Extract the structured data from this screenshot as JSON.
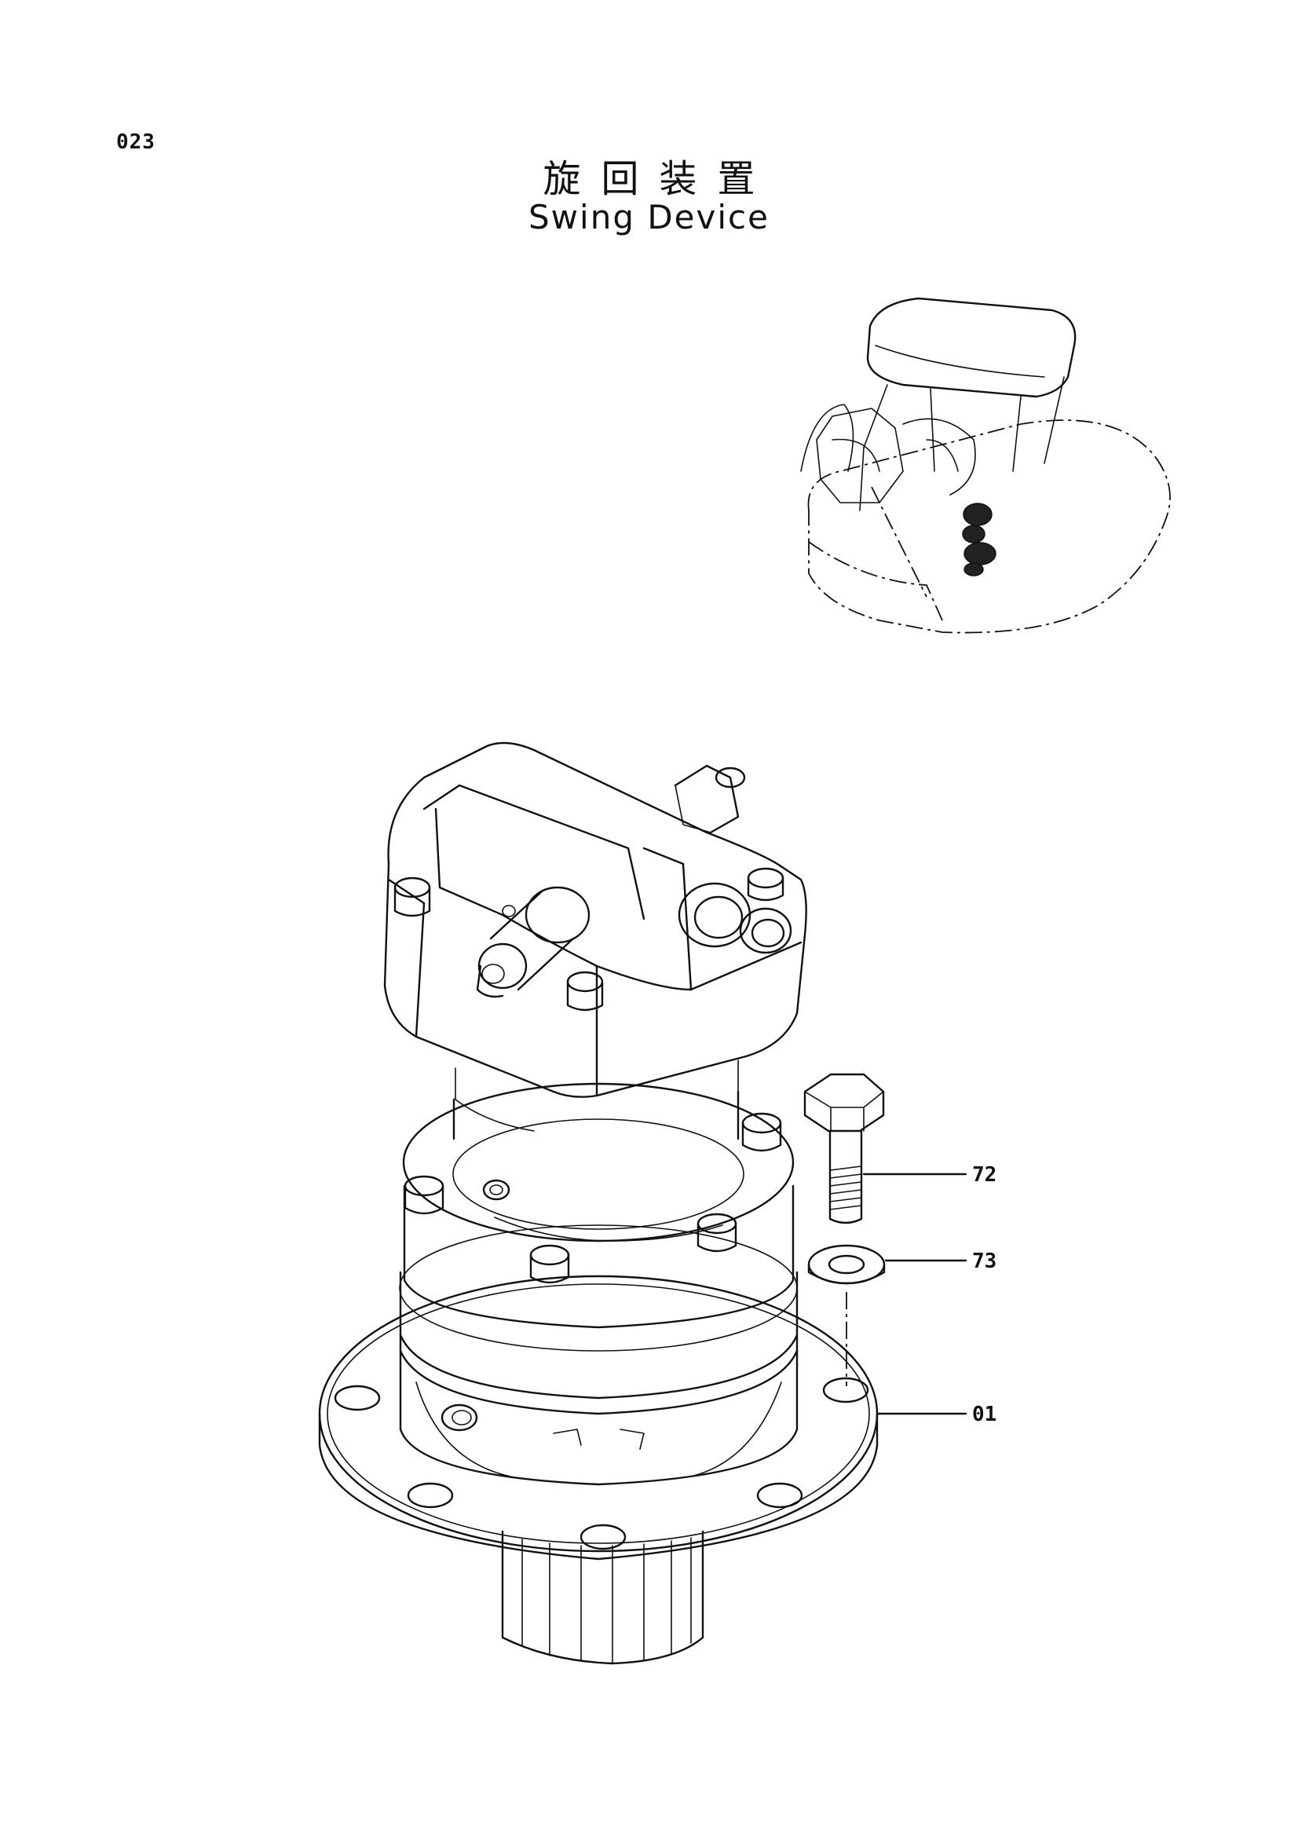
{
  "page_number": "023",
  "title_jp": "旋回装置",
  "title_en": "Swing Device",
  "callouts": [
    {
      "id": "72",
      "label": "72",
      "part": "bolt"
    },
    {
      "id": "73",
      "label": "73",
      "part": "washer"
    },
    {
      "id": "01",
      "label": "01",
      "part": "swing-device-assembly"
    }
  ]
}
